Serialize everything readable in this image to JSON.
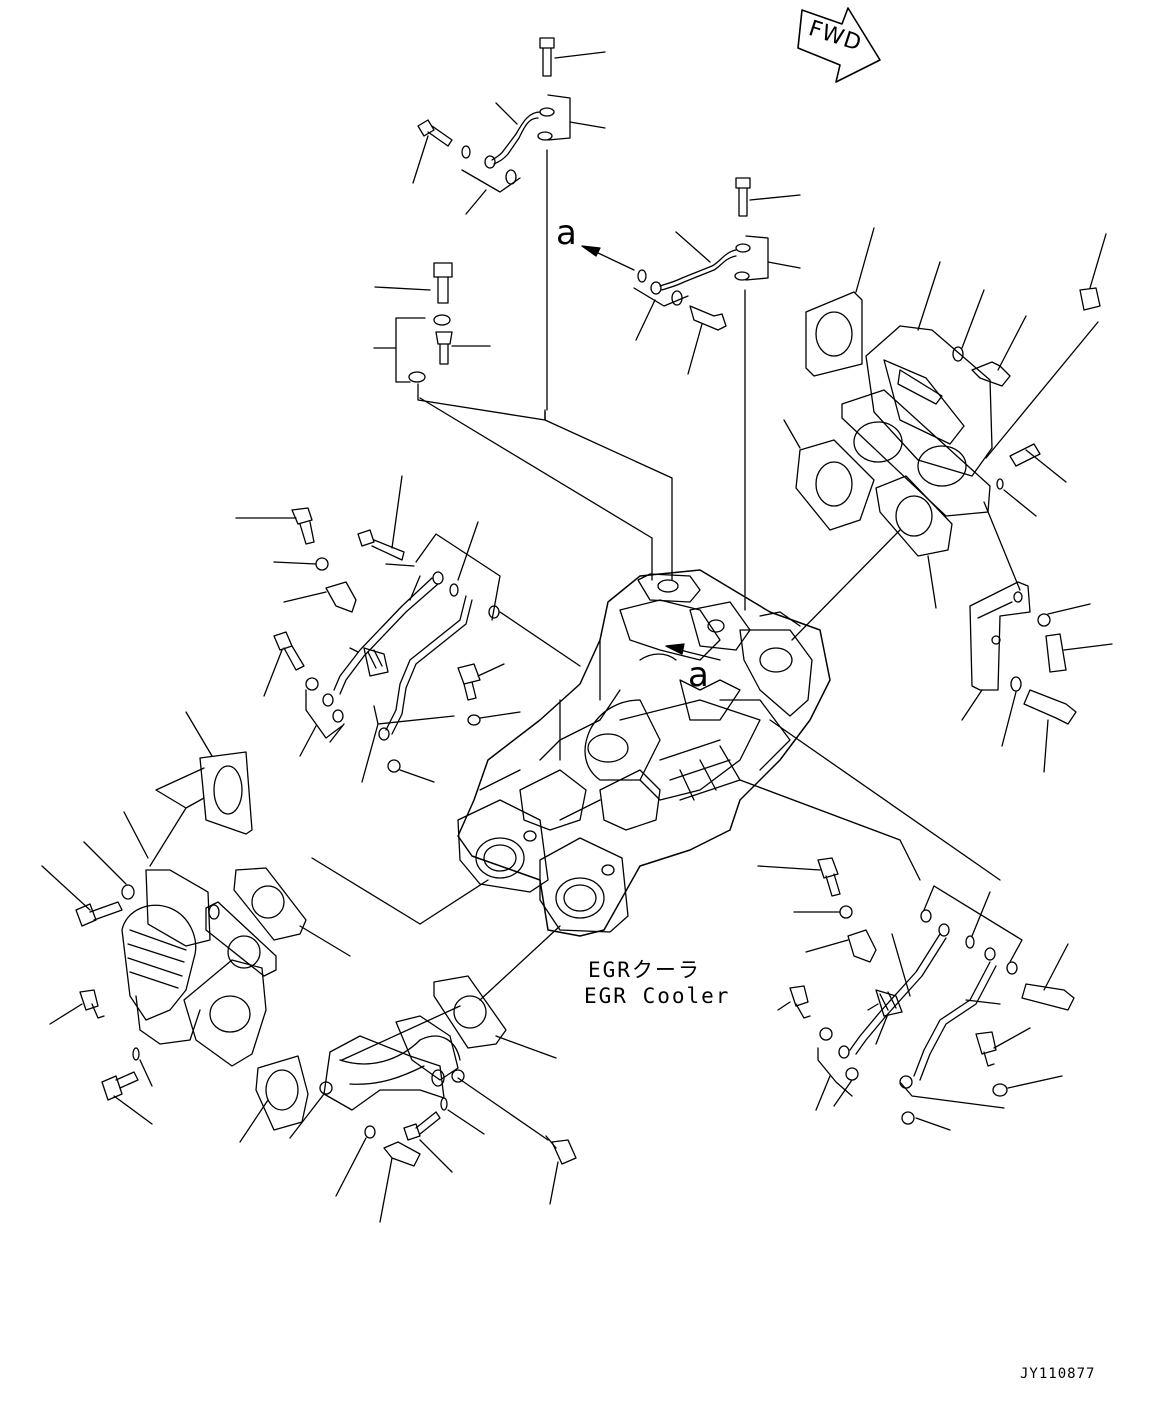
{
  "fwd_label": "FWD",
  "ref_label": "a",
  "caption_jp": "EGRクーラ",
  "caption_en": "EGR Cooler",
  "drawing_id": "JY110877"
}
